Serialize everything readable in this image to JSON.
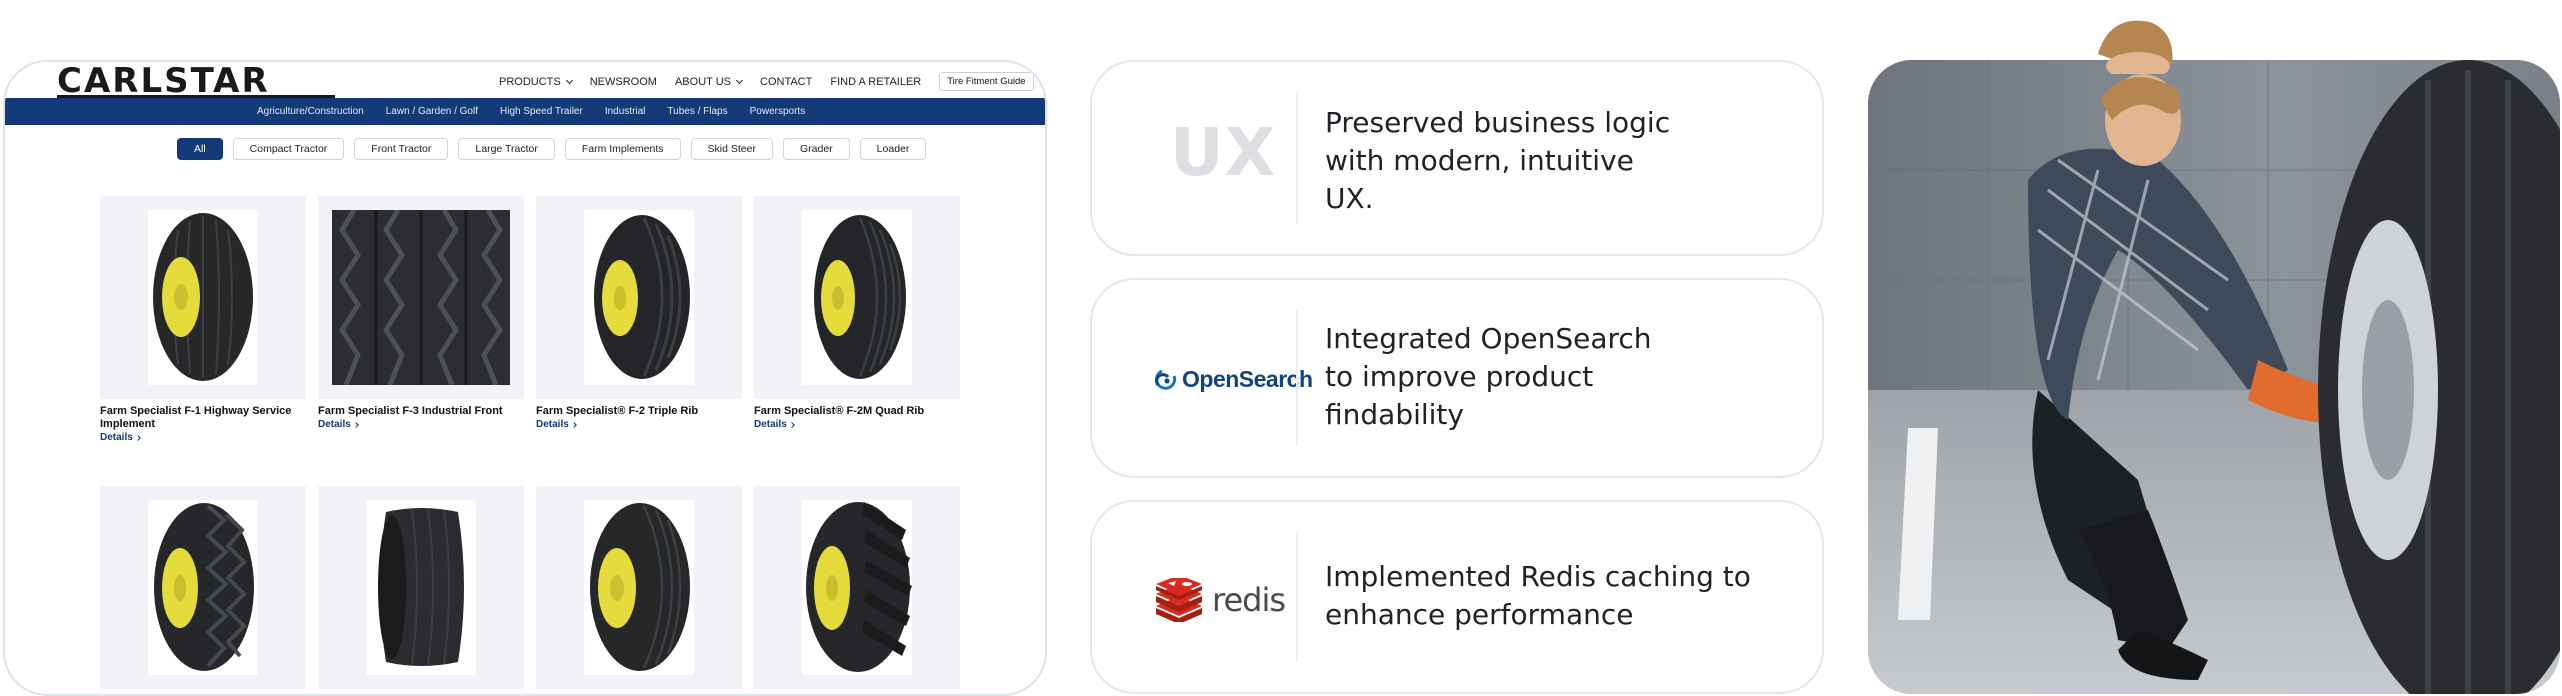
{
  "site": {
    "logo": "CARLSTAR",
    "nav": [
      {
        "label": "PRODUCTS",
        "dropdown": true
      },
      {
        "label": "NEWSROOM",
        "dropdown": false
      },
      {
        "label": "ABOUT US",
        "dropdown": true
      },
      {
        "label": "CONTACT",
        "dropdown": false
      },
      {
        "label": "FIND A RETAILER",
        "dropdown": false
      }
    ],
    "guide_button": "Tire Fitment Guide",
    "categories": [
      "Agriculture/Construction",
      "Lawn / Garden / Golf",
      "High Speed Trailer",
      "Industrial",
      "Tubes / Flaps",
      "Powersports"
    ],
    "filters": [
      "All",
      "Compact Tractor",
      "Front Tractor",
      "Large Tractor",
      "Farm Implements",
      "Skid Steer",
      "Grader",
      "Loader"
    ],
    "active_filter": "All",
    "details_label": "Details",
    "products": [
      {
        "title": "Farm Specialist F-1 Highway Service Implement",
        "image": "rib-tire-icon"
      },
      {
        "title": "Farm Specialist F-3 Industrial Front",
        "image": "tread-pattern-icon"
      },
      {
        "title": "Farm Specialist® F-2 Triple Rib",
        "image": "triple-rib-tire-icon"
      },
      {
        "title": "Farm Specialist® F-2M Quad Rib",
        "image": "quad-rib-tire-icon"
      },
      {
        "title": "",
        "image": "zigzag-implement-tire-icon"
      },
      {
        "title": "",
        "image": "smooth-rib-tire-icon"
      },
      {
        "title": "",
        "image": "rib-tire-icon"
      },
      {
        "title": "",
        "image": "lug-tractor-tire-icon"
      }
    ]
  },
  "features": [
    {
      "icon": "ux-icon",
      "logo_text": "UX",
      "lines": [
        "Preserved business logic",
        "with modern, intuitive",
        "UX."
      ]
    },
    {
      "icon": "opensearch-logo-icon",
      "logo_text": "OpenSearch",
      "lines": [
        "Integrated OpenSearch",
        "to improve product",
        "findability"
      ]
    },
    {
      "icon": "redis-logo-icon",
      "logo_text": "redis",
      "lines": [
        "Implemented Redis caching to",
        "enhance performance"
      ]
    }
  ],
  "colors": {
    "brand_navy": "#123a78",
    "tire_yellow": "#e8dc3a",
    "card_bg": "#f1f3f8",
    "opensearch_blue": "#12457f",
    "redis_red": "#d82c20"
  }
}
